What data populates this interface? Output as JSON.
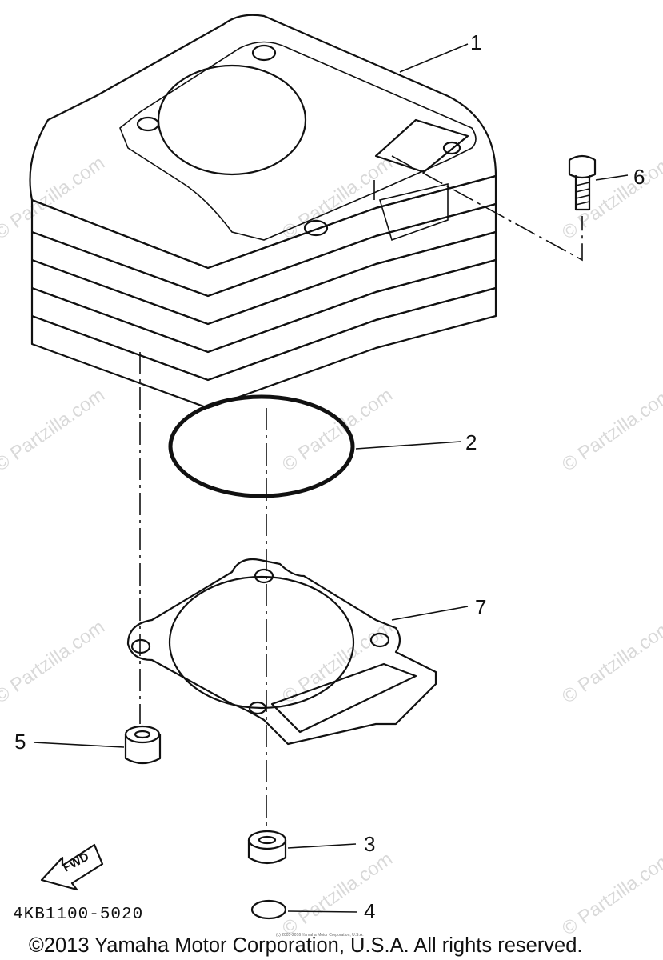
{
  "diagram": {
    "parts": [
      {
        "number": "1",
        "name": "cylinder"
      },
      {
        "number": "2",
        "name": "o-ring"
      },
      {
        "number": "3",
        "name": "dowel-pin"
      },
      {
        "number": "4",
        "name": "o-ring-small"
      },
      {
        "number": "5",
        "name": "dowel-pin"
      },
      {
        "number": "6",
        "name": "bolt"
      },
      {
        "number": "7",
        "name": "gasket"
      }
    ],
    "fwd_label": "FWD",
    "drawing_code": "4KB1100-5020",
    "tiny_notice": "(c) 2005-2016 Yamaha Motor Corporation, U.S.A.",
    "copyright": "©2013 Yamaha Motor Corporation, U.S.A. All rights reserved.",
    "watermark": "© Partzilla.com"
  }
}
